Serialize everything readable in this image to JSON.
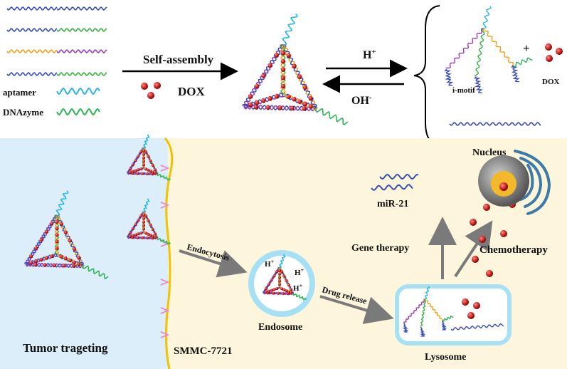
{
  "legend": {
    "aptamer": "aptamer",
    "dnazyme": "DNAzyme"
  },
  "top": {
    "self_assembly": "Self-assembly",
    "dox": "DOX",
    "h_plus": "H",
    "h_plus_sup": "+",
    "oh_minus": "OH",
    "oh_minus_sup": "-",
    "i_motif": "i-motif",
    "plus": "+",
    "dox_small": "DOX"
  },
  "bottom": {
    "tumor_targeting": "Tumor trageting",
    "cell_line": "SMMC-7721",
    "endocytosis": "Endocytosis",
    "endosome": "Endosome",
    "endosome_h": "H",
    "endosome_h_sup": "+",
    "drug_release": "Drug release",
    "lysosome": "Lysosome",
    "gene_therapy": "Gene therapy",
    "mir21": "miR-21",
    "chemotherapy": "Chemotherapy",
    "nucleus": "Nucleus"
  },
  "colors": {
    "blue_strand": "#3a4db3",
    "purple_strand": "#9b3fb5",
    "orange_strand": "#f0a020",
    "green_strand": "#3cb043",
    "aptamer": "#29b6e8",
    "dnazyme": "#2fb45a",
    "dox_red": "#c62828",
    "outside_bg": "#dceefa",
    "cell_bg": "#fdf6dc",
    "membrane": "#f2c200",
    "vesicle": "#a6e0f5",
    "receptor": "#e98bc8"
  }
}
